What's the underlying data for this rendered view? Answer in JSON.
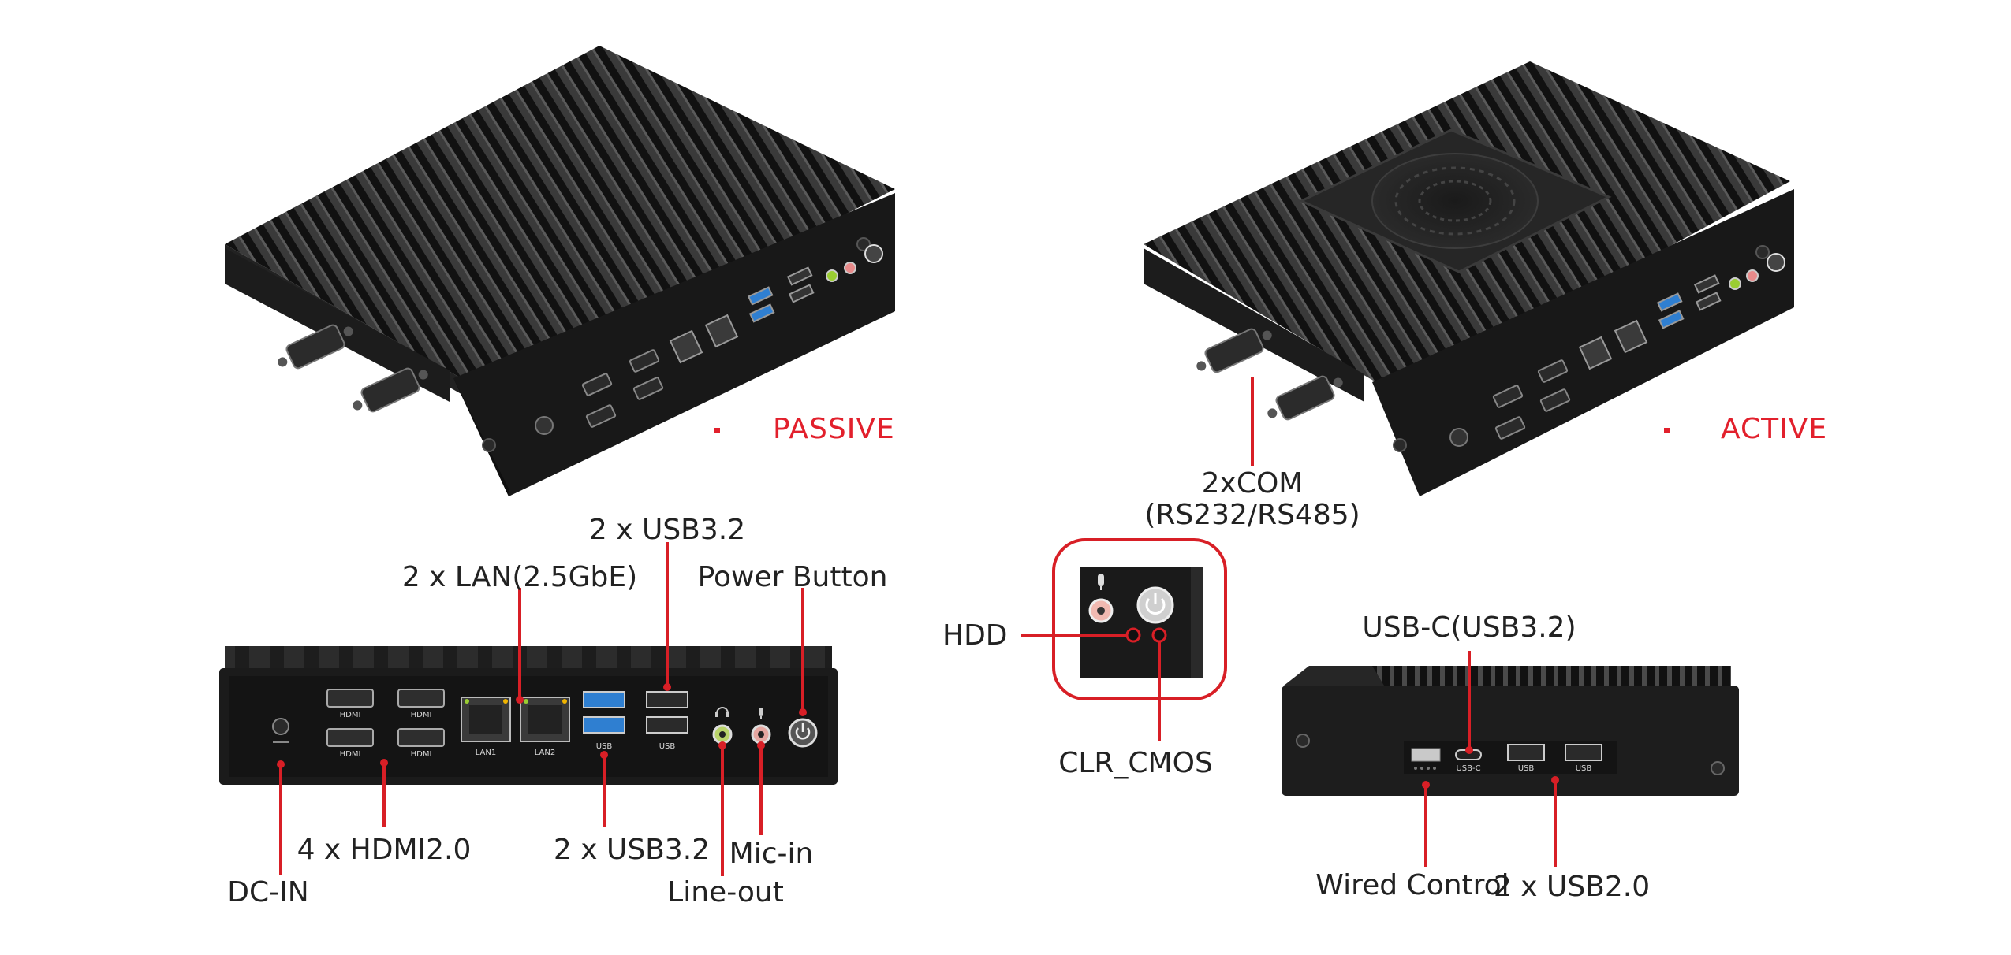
{
  "views": {
    "passive": {
      "label": "PASSIVE"
    },
    "active": {
      "label": "ACTIVE"
    }
  },
  "callouts": {
    "com": {
      "line1": "2xCOM",
      "line2": "(RS232/RS485)"
    },
    "usb32_top": "2 x USB3.2",
    "lan": "2 x LAN(2.5GbE)",
    "power_button": "Power Button",
    "hdmi": "4 x HDMI2.0",
    "usb32_bottom": "2 x USB3.2",
    "mic_in": "Mic-in",
    "line_out": "Line-out",
    "dc_in": "DC-IN",
    "hdd": "HDD",
    "clr_cmos": "CLR_CMOS",
    "usb_c": "USB-C(USB3.2)",
    "wired_control": "Wired Control",
    "usb20": "2 x USB2.0"
  },
  "port_marks": {
    "hdmi": "HDMI",
    "lan1": "LAN1",
    "lan2": "LAN2",
    "usb": "USB",
    "usb_c": "USB-C"
  },
  "colors": {
    "accent_red": "#d81f26",
    "label_red": "#e2202c",
    "chassis_black": "#1a1a1a",
    "usb3_blue": "#2f7fd1"
  },
  "icons": [
    "power-icon",
    "headphone-icon",
    "microphone-icon"
  ]
}
